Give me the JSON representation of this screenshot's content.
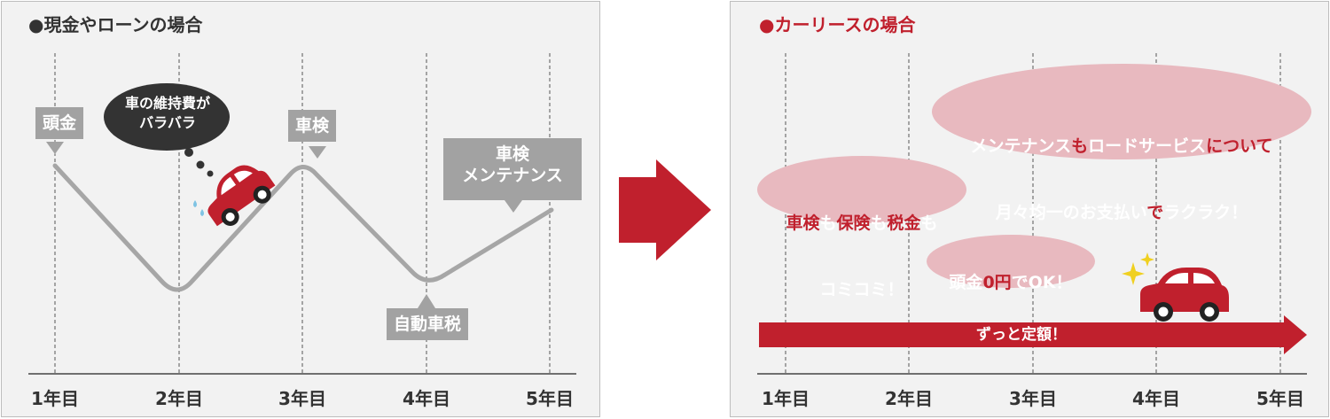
{
  "left": {
    "title": "●現金やローンの場合",
    "years": [
      "1年目",
      "2年目",
      "3年目",
      "4年目",
      "5年目"
    ],
    "labels": {
      "down_payment": "頭金",
      "inspection": "車検",
      "auto_tax": "自動車税",
      "inspection_maintenance": "車検\nメンテナンス"
    },
    "thought_bubble": "車の維持費が\nバラバラ"
  },
  "arrow_color": "#c0202d",
  "right": {
    "title": "●カーリースの場合",
    "years": [
      "1年目",
      "2年目",
      "3年目",
      "4年目",
      "5年目"
    ],
    "bubble_maintenance": {
      "line1": [
        {
          "text": "メンテナンス",
          "highlight": false
        },
        {
          "text": "も",
          "highlight": true
        },
        {
          "text": "ロードサービス",
          "highlight": false
        },
        {
          "text": "について",
          "highlight": true
        }
      ],
      "line2": [
        {
          "text": "月々均一のお支払い",
          "highlight": false
        },
        {
          "text": "で",
          "highlight": true
        },
        {
          "text": "ラクラク！",
          "highlight": false
        }
      ]
    },
    "bubble_inspection": {
      "line1": [
        {
          "text": "車検",
          "highlight": true
        },
        {
          "text": "も",
          "highlight": false
        },
        {
          "text": "保険",
          "highlight": true
        },
        {
          "text": "も",
          "highlight": false
        },
        {
          "text": "税金",
          "highlight": true
        },
        {
          "text": "も",
          "highlight": false
        }
      ],
      "line2": [
        {
          "text": "コミコミ！",
          "highlight": false
        }
      ]
    },
    "bubble_down_payment": {
      "line1": [
        {
          "text": "頭金",
          "highlight": false
        },
        {
          "text": "0円",
          "highlight": true
        },
        {
          "text": "でOK！",
          "highlight": false
        }
      ]
    },
    "fixed_amount": "ずっと定額！"
  },
  "colors": {
    "brand_red": "#c0202d",
    "gray_label": "#a2a2a2",
    "bubble_pink": "#e8b9bf",
    "line_gray": "#a6a6a6"
  }
}
